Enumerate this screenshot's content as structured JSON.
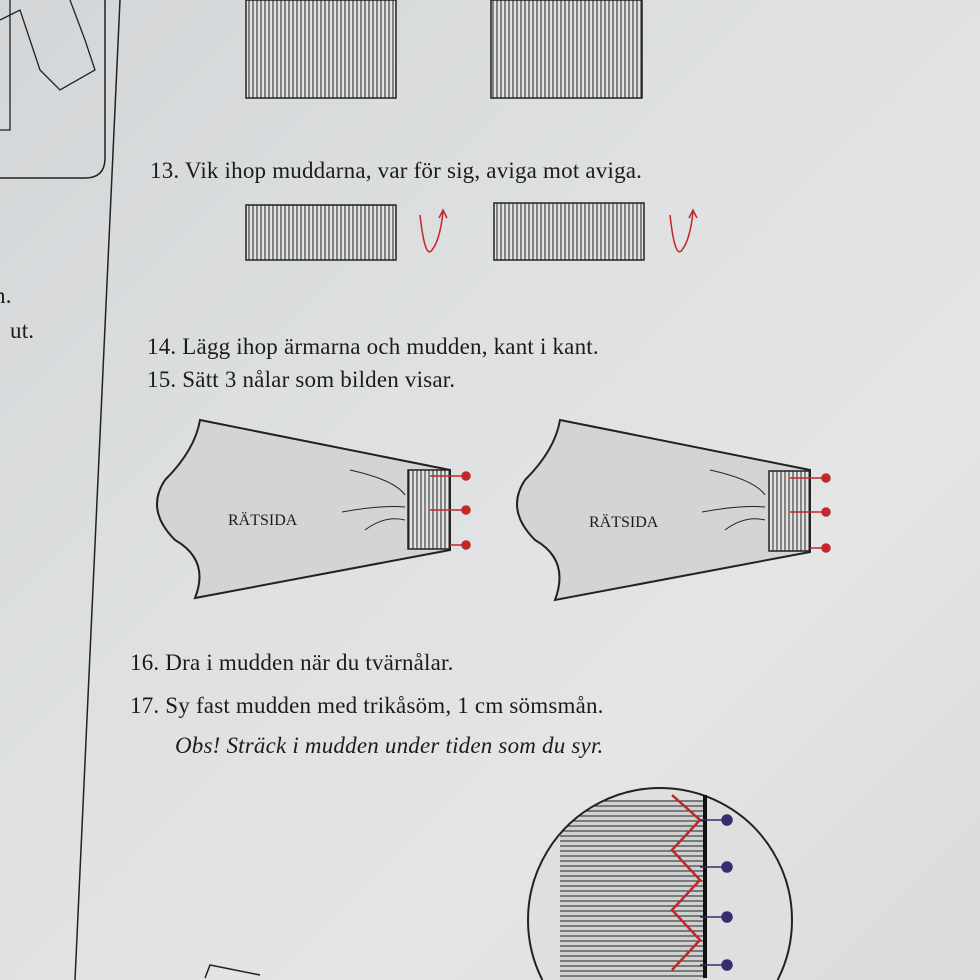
{
  "left_column": {
    "fragments": [
      "n.",
      "ut."
    ]
  },
  "steps": [
    {
      "id": "13",
      "text": "13. Vik ihop muddarna, var för sig, aviga mot aviga."
    },
    {
      "id": "14",
      "text": "14. Lägg ihop ärmarna och mudden, kant i kant."
    },
    {
      "id": "15",
      "text": "15. Sätt 3 nålar som bilden visar."
    },
    {
      "id": "16",
      "text": "16. Dra i mudden när du tvärnålar."
    },
    {
      "id": "17",
      "text": "17. Sy fast mudden med trikåsöm, 1 cm sömsmån."
    }
  ],
  "note": "Obs! Sträck i mudden under tiden som du syr.",
  "figures": {
    "sleeve_label_left": "RÄTSIDA",
    "sleeve_label_right": "RÄTSIDA"
  },
  "colors": {
    "pin": "#c0282b",
    "ink": "#1b1b1b",
    "pin_dark": "#3a2a6e"
  }
}
